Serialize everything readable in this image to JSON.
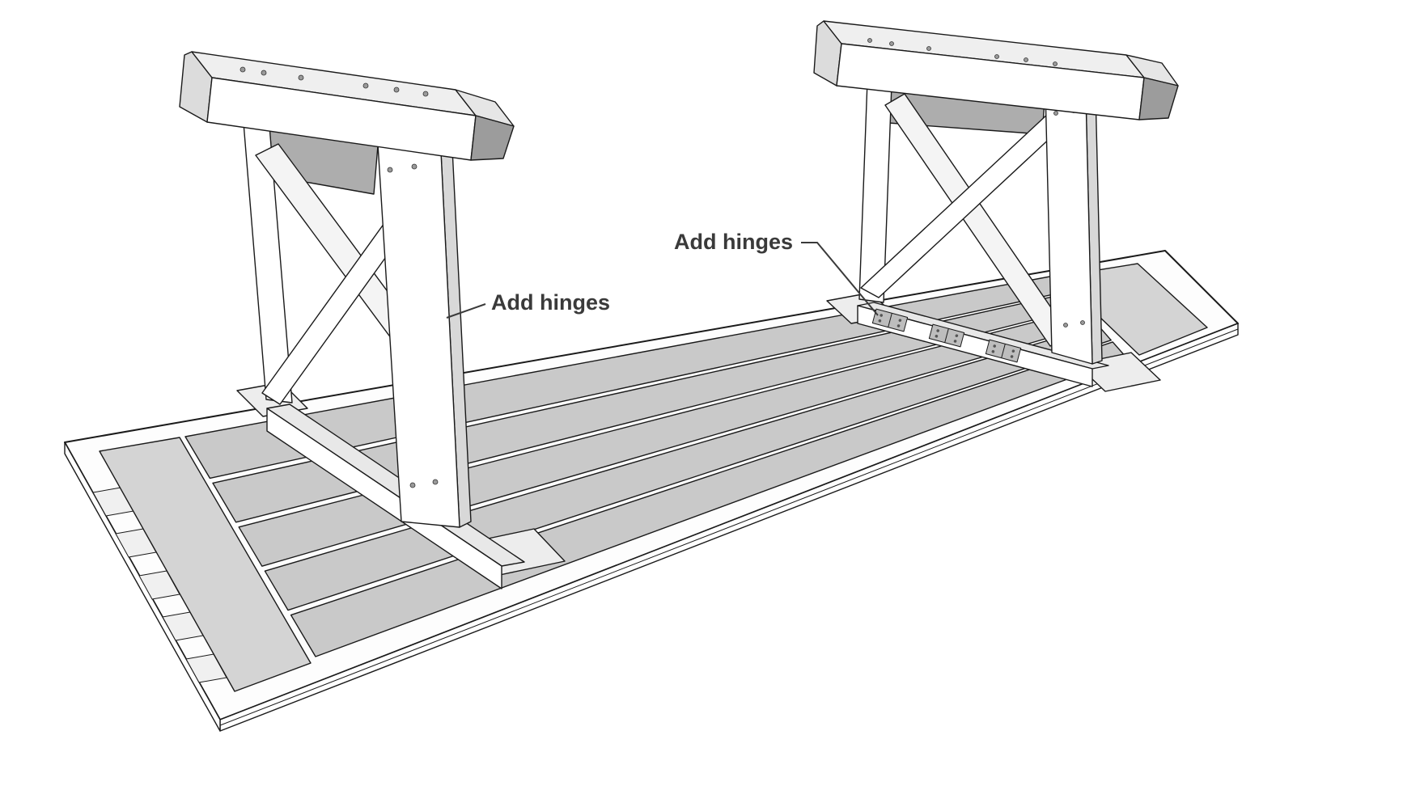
{
  "diagram": {
    "kind": "woodworking-assembly-illustration",
    "annotations": {
      "left": {
        "label": "Add hinges"
      },
      "right": {
        "label": "Add hinges"
      }
    },
    "visible_hinge_count": 3,
    "colors": {
      "background": "#ffffff",
      "outline": "#1a1a1a",
      "plank": "#c9c9c9",
      "breadboard": "#d4d4d4",
      "rim": "#fafafa",
      "wood_white": "#ffffff",
      "wood_top": "#efefef",
      "chamfer_dark": "#9c9c9c",
      "panel_shadow": "#adadad",
      "foot_pad": "#ededed",
      "hinge": "#bdbdbd",
      "label_text": "#3a3a3a"
    }
  }
}
